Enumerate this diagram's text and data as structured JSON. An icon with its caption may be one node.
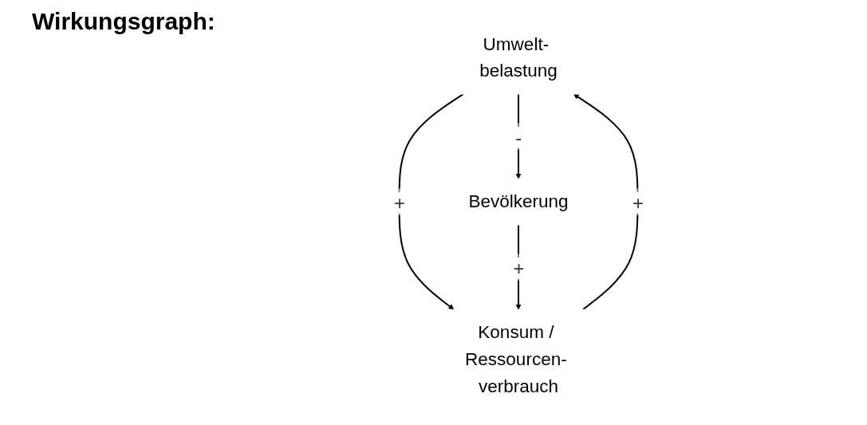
{
  "diagram": {
    "title": "Wirkungsgraph:",
    "nodes": [
      {
        "text": [
          "Umwelt- belastung"
        ]
      },
      {
        "text": [
          "Bevölkerung"
        ]
      },
      {
        "text": [
          "Konsum / Ressourcen- verbrauch"
        ]
      }
    ],
    "edges": [
      {
        "from": 0,
        "to": 1,
        "arrow": "to",
        "label": "-"
      },
      {
        "from": 0,
        "to": 2,
        "arrow": "to",
        "label": "+"
      },
      {
        "from": 2,
        "to": 0,
        "arrow": "to",
        "label": "+"
      },
      {
        "from": 1,
        "to": 2,
        "arrow": "to",
        "label": "+"
      }
    ]
  }
}
